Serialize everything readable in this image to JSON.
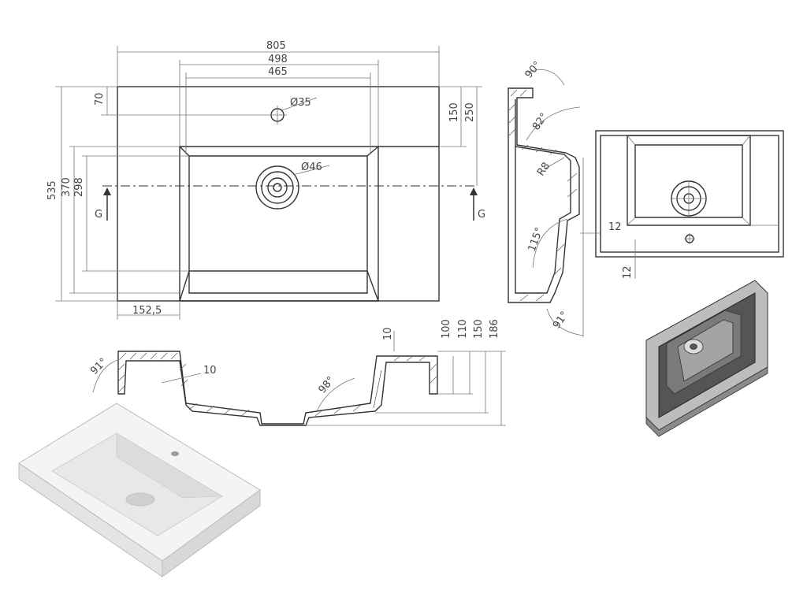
{
  "top_view": {
    "width_overall": "805",
    "width_basin": "498",
    "width_inner": "465",
    "tap_offset": "70",
    "tap_diameter": "Ø35",
    "drain_diameter": "Ø46",
    "depth_overall": "535",
    "depth_basin": "370",
    "depth_inner": "298",
    "dim_150": "150",
    "dim_250": "250",
    "ledge_width": "152,5",
    "section_left": "G",
    "section_right": "G"
  },
  "front_section": {
    "angle_left": "91°",
    "wall": "10",
    "bottom": "10",
    "angle_basin": "98°",
    "h100": "100",
    "h110": "110",
    "h150": "150",
    "h186": "186"
  },
  "side_section": {
    "angle_top": "90°",
    "angle_82": "82°",
    "radius": "R8",
    "angle_115": "115°",
    "angle_bottom": "91°"
  },
  "bottom_view": {
    "dim_12_h": "12",
    "dim_12_v": "12"
  },
  "colors": {
    "line": "#333333",
    "dimension": "#777777",
    "render_dark": "#444444"
  }
}
